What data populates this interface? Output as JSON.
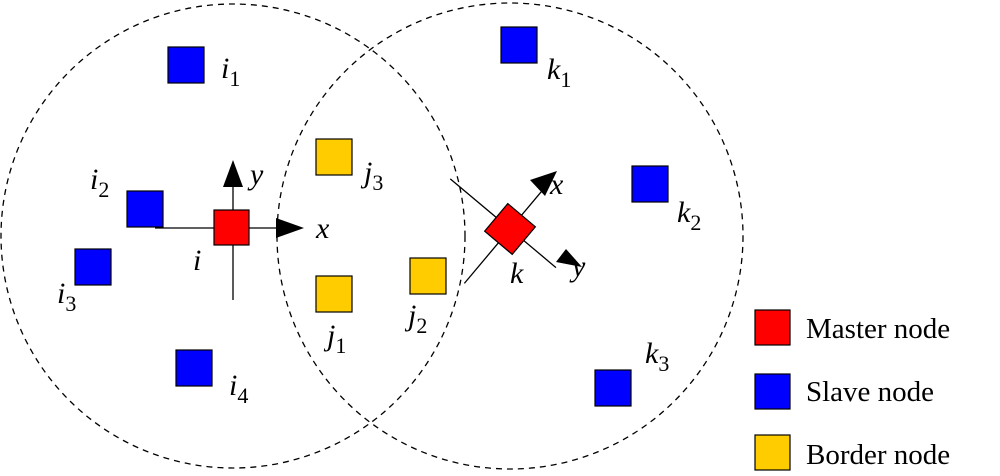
{
  "colors": {
    "master": "#ff0000",
    "slave": "#0000ff",
    "border": "#ffcc00",
    "stroke": "#000000",
    "range_circle": "#000000"
  },
  "master_node_i": {
    "label": "i",
    "axis_x_label": "x",
    "axis_y_label": "y"
  },
  "master_node_k": {
    "label": "k",
    "axis_x_label": "x",
    "axis_y_label": "y"
  },
  "slave_nodes_i": [
    {
      "base": "i",
      "sub": "1"
    },
    {
      "base": "i",
      "sub": "2"
    },
    {
      "base": "i",
      "sub": "3"
    },
    {
      "base": "i",
      "sub": "4"
    }
  ],
  "slave_nodes_k": [
    {
      "base": "k",
      "sub": "1"
    },
    {
      "base": "k",
      "sub": "2"
    },
    {
      "base": "k",
      "sub": "3"
    }
  ],
  "border_nodes": [
    {
      "base": "j",
      "sub": "3"
    },
    {
      "base": "j",
      "sub": "1"
    },
    {
      "base": "j",
      "sub": "2"
    }
  ],
  "legend": [
    {
      "label": "Master node",
      "color_key": "master"
    },
    {
      "label": "Slave node",
      "color_key": "slave"
    },
    {
      "label": "Border node",
      "color_key": "border"
    }
  ]
}
